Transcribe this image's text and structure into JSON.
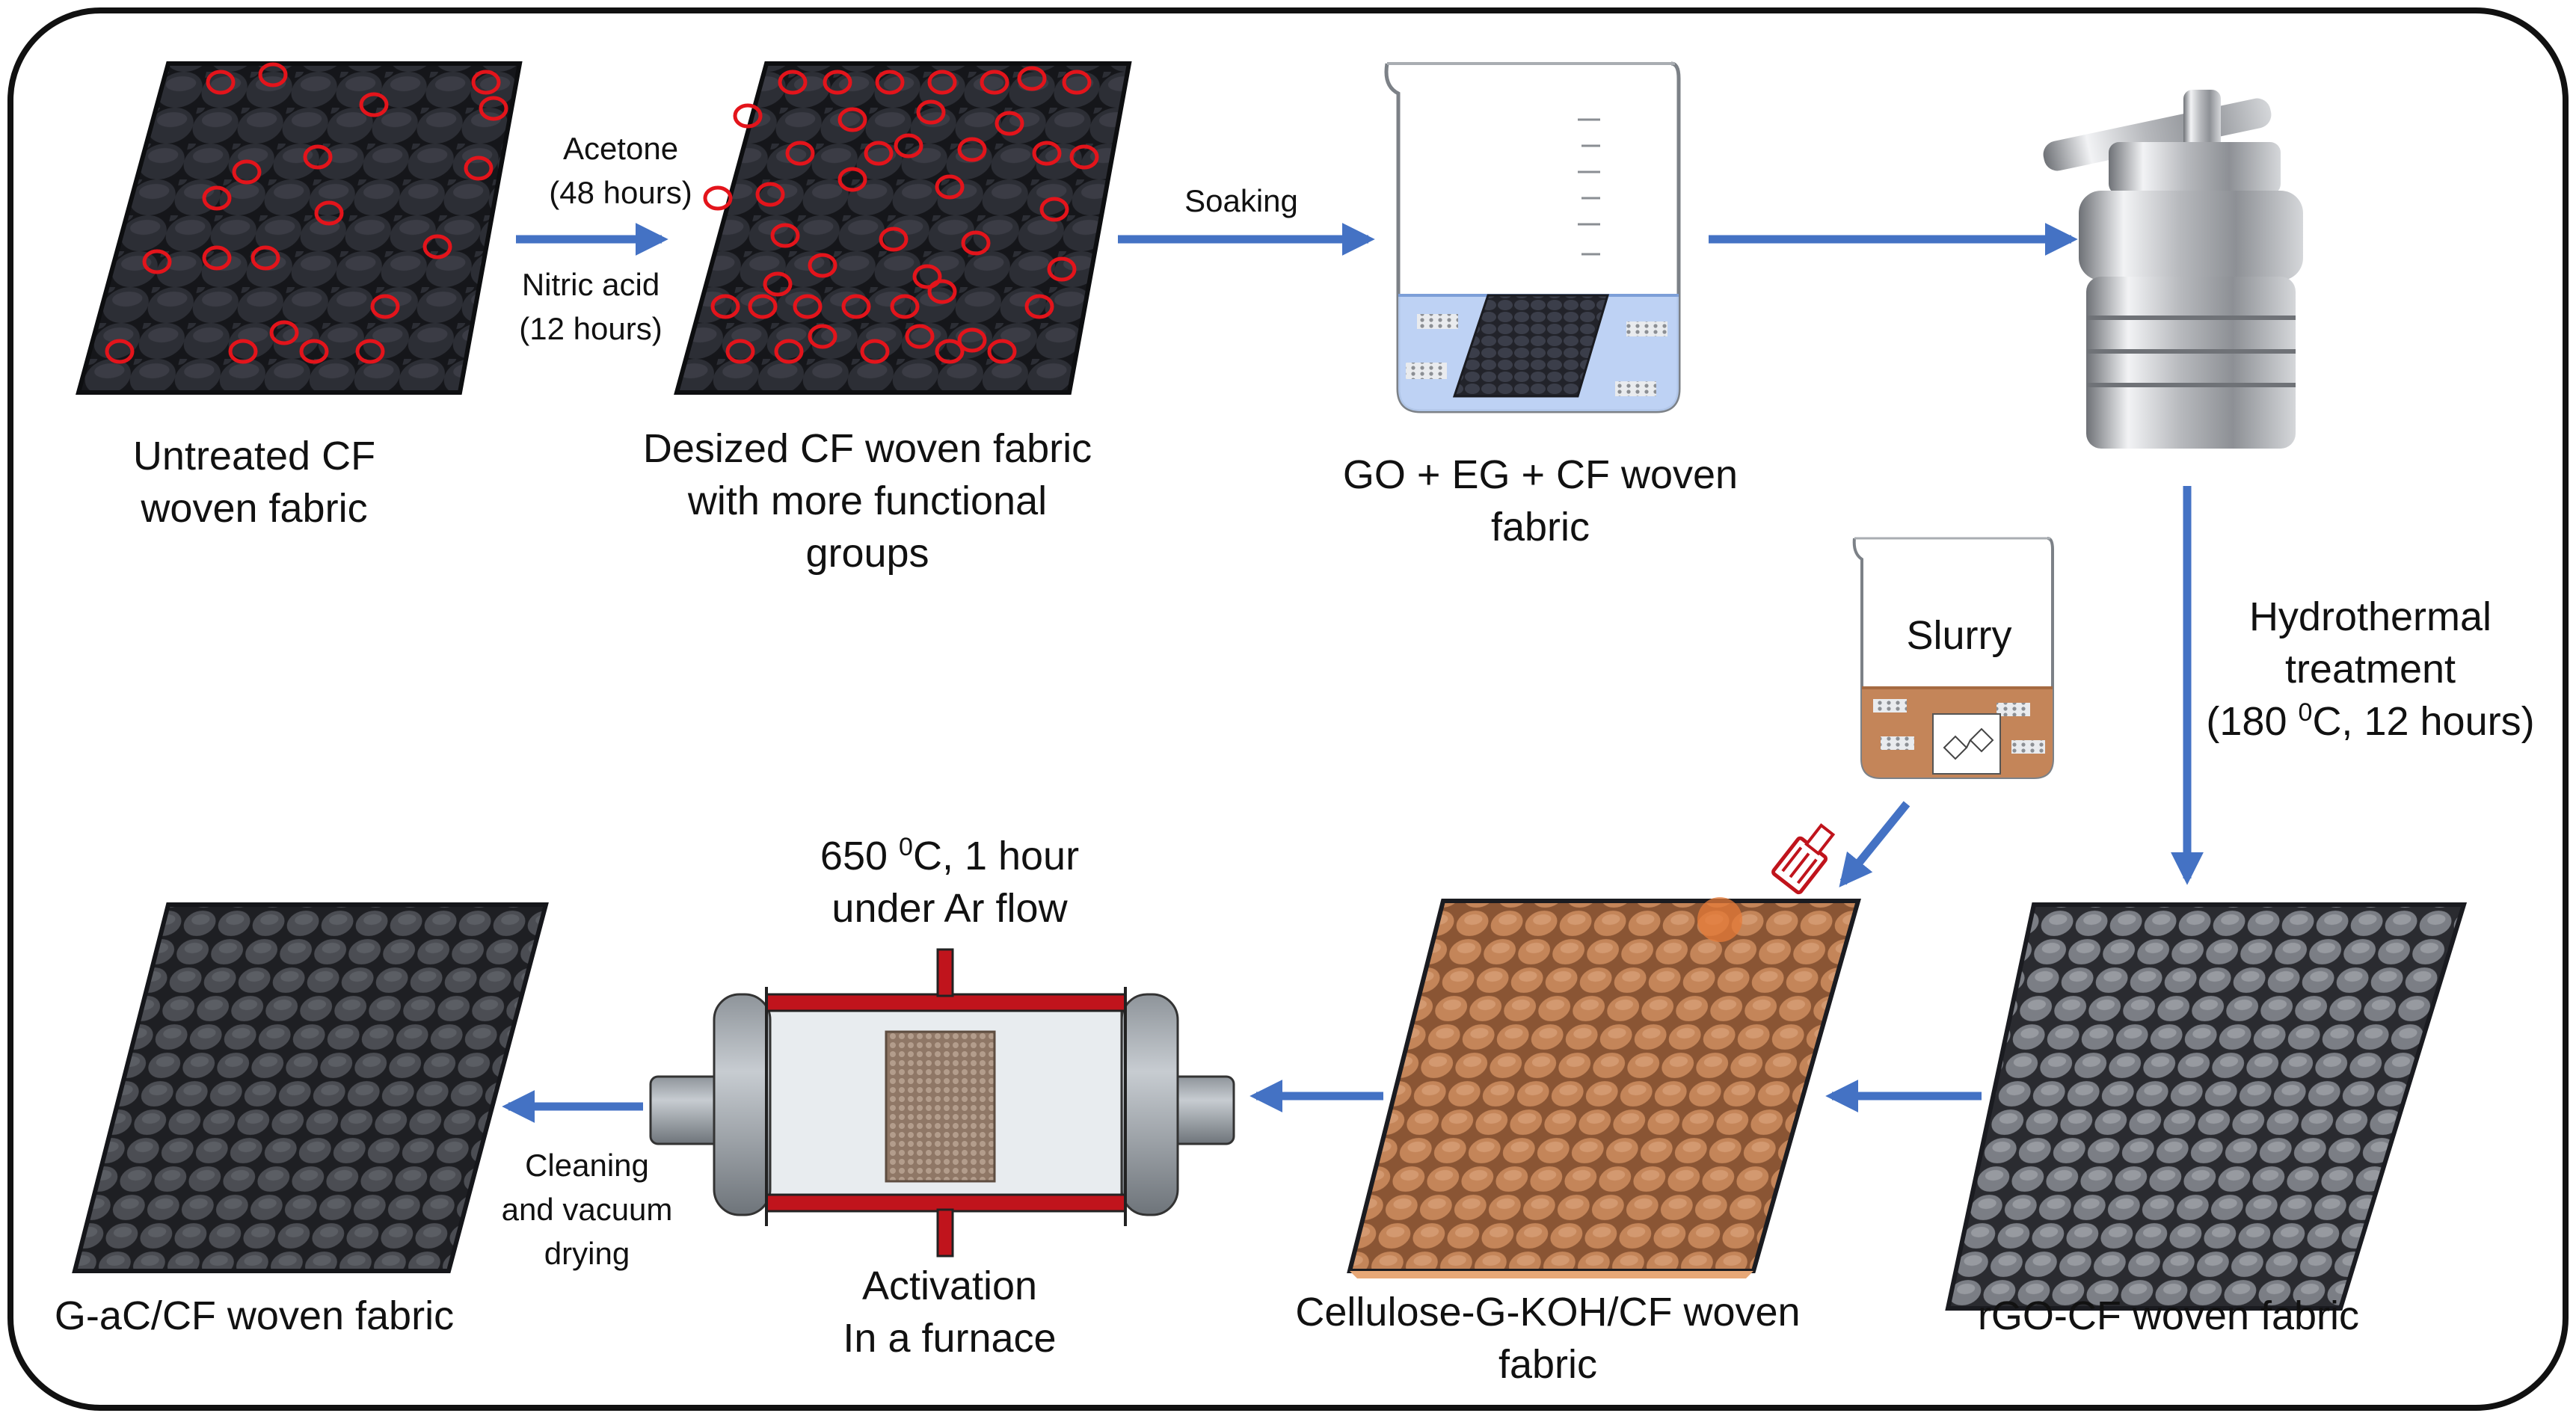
{
  "steps": {
    "untreated": {
      "line1": "Untreated CF",
      "line2": "woven fabric"
    },
    "desized": {
      "line1": "Desized CF woven fabric",
      "line2": "with more functional",
      "line3": "groups"
    },
    "go_eg": {
      "line1": "GO + EG + CF woven",
      "line2": "fabric"
    },
    "rgo": {
      "line1": "rGO-CF woven fabric"
    },
    "cellulose": {
      "line1": "Cellulose-G-KOH/CF woven",
      "line2": "fabric"
    },
    "gac": {
      "line1": "G-aC/CF woven fabric"
    }
  },
  "arrows": {
    "acetone": {
      "line1": "Acetone",
      "line2": "(48 hours)"
    },
    "nitric": {
      "line1": "Nitric acid",
      "line2": "(12 hours)"
    },
    "soaking": "Soaking",
    "hydro": {
      "line1": "Hydrothermal",
      "line2": "treatment",
      "line3_pre": "(180 ",
      "line3_sup": "0",
      "line3_post": "C, 12 hours)"
    },
    "cleaning": {
      "line1": "Cleaning",
      "line2": "and vacuum",
      "line3": "drying"
    }
  },
  "slurry": "Slurry",
  "furnace": {
    "cond_pre": "650 ",
    "cond_sup": "0",
    "cond_post": "C, 1 hour",
    "cond_line2": "under Ar flow",
    "label_line1": "Activation",
    "label_line2": "In a furnace"
  },
  "colors": {
    "arrow": "#4472C4",
    "fabric_dark": "#1c1d22",
    "fabric_grey": "#55585e",
    "fabric_brown": "#c48559",
    "functional_mark": "#e3141b",
    "furnace_red": "#c0141c",
    "frame": "#111111"
  }
}
